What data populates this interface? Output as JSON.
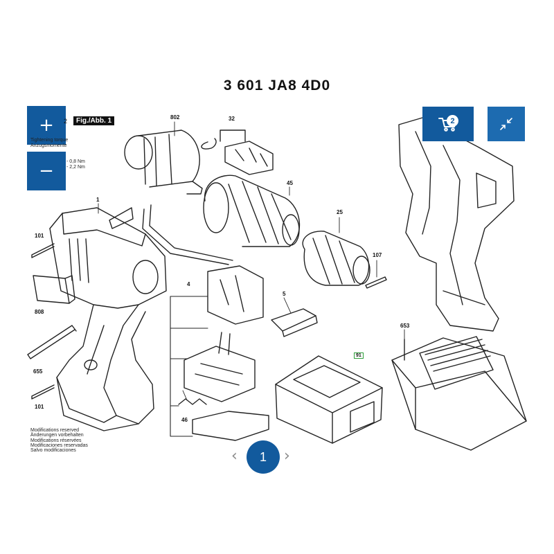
{
  "header": {
    "title": "3 601 JA8 4D0"
  },
  "zoom": {
    "in_icon": "plus-icon",
    "out_icon": "minus-icon",
    "in_glyph": "+",
    "out_glyph": "−"
  },
  "toolbar": {
    "cart_icon": "cart-icon",
    "cart_count": "2",
    "collapse_icon": "collapse-arrows-icon",
    "collapse_glyph": "⤡"
  },
  "figure": {
    "fig_prefix": "2",
    "label": "Fig./Abb. 1",
    "torque_header": [
      "Tightening torque",
      "Anzugsmomente"
    ],
    "torque_lines": [
      "- 0,8 Nm",
      "- 2,2 Nm"
    ]
  },
  "parts": {
    "p802": "802",
    "p32": "32",
    "p45": "45",
    "p1": "1",
    "p101a": "101",
    "p808": "808",
    "p25": "25",
    "p107": "107",
    "p4": "4",
    "p5": "5",
    "p653": "653",
    "p91": "91",
    "p655": "655",
    "p101b": "101",
    "p46": "46"
  },
  "modifications": [
    "Modifications reserved",
    "Änderungen vorbehalten",
    "Modifications réservées",
    "Modificaciones reservadas",
    "Salvo modificaciones"
  ],
  "pagination": {
    "current": "1",
    "prev_glyph": "‹",
    "next_glyph": "›"
  },
  "colors": {
    "accent": "#125a9d",
    "badge_green": "#2e9e3a"
  }
}
